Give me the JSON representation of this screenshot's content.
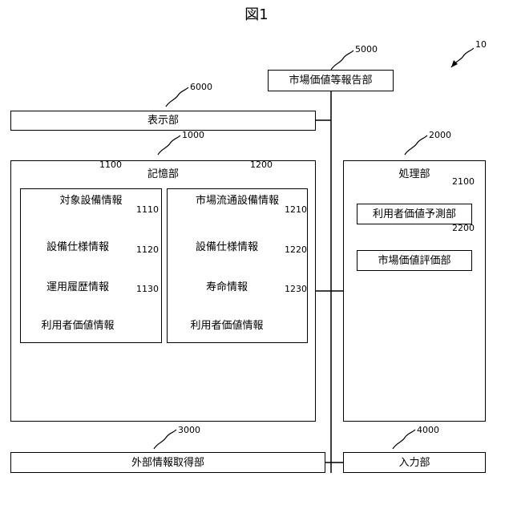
{
  "figure": {
    "title": "図1",
    "system_ref": "10"
  },
  "blocks": {
    "market_report": {
      "label": "市場価値等報告部",
      "ref": "5000"
    },
    "display": {
      "label": "表示部",
      "ref": "6000"
    },
    "storage": {
      "label": "記憶部",
      "ref": "1000"
    },
    "processing": {
      "label": "処理部",
      "ref": "2000"
    },
    "external_info": {
      "label": "外部情報取得部",
      "ref": "3000"
    },
    "input": {
      "label": "入力部",
      "ref": "4000"
    }
  },
  "storage_groups": {
    "target": {
      "label": "対象設備情報",
      "ref": "1100",
      "items": [
        {
          "label": "設備仕様情報",
          "ref": "1110"
        },
        {
          "label": "運用履歴情報",
          "ref": "1120"
        },
        {
          "label": "利用者価値情報",
          "ref": "1130"
        }
      ]
    },
    "market": {
      "label": "市場流通設備情報",
      "ref": "1200",
      "items": [
        {
          "label": "設備仕様情報",
          "ref": "1210"
        },
        {
          "label": "寿命情報",
          "ref": "1220"
        },
        {
          "label": "利用者価値情報",
          "ref": "1230"
        }
      ]
    }
  },
  "processing_units": [
    {
      "label": "利用者価値予測部",
      "ref": "2100"
    },
    {
      "label": "市場価値評価部",
      "ref": "2200"
    }
  ]
}
